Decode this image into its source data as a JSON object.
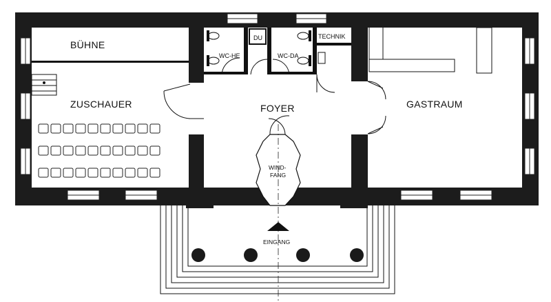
{
  "rooms": {
    "stage": "BÜHNE",
    "audience": "ZUSCHAUER",
    "foyer": "FOYER",
    "restaurant": "GASTRAUM",
    "wc_men": "WC-HE",
    "wc_women": "WC-DA",
    "shower": "DU",
    "technical": "TECHNIK",
    "vestibule_line1": "WIND-",
    "vestibule_line2": "FANG",
    "entrance": "EINGANG"
  },
  "seating": {
    "rows": 3,
    "seats_per_row": 10
  },
  "portico": {
    "columns": 4
  },
  "colors": {
    "wall": "#1c1c1c",
    "background": "#ffffff",
    "line": "#111111"
  }
}
